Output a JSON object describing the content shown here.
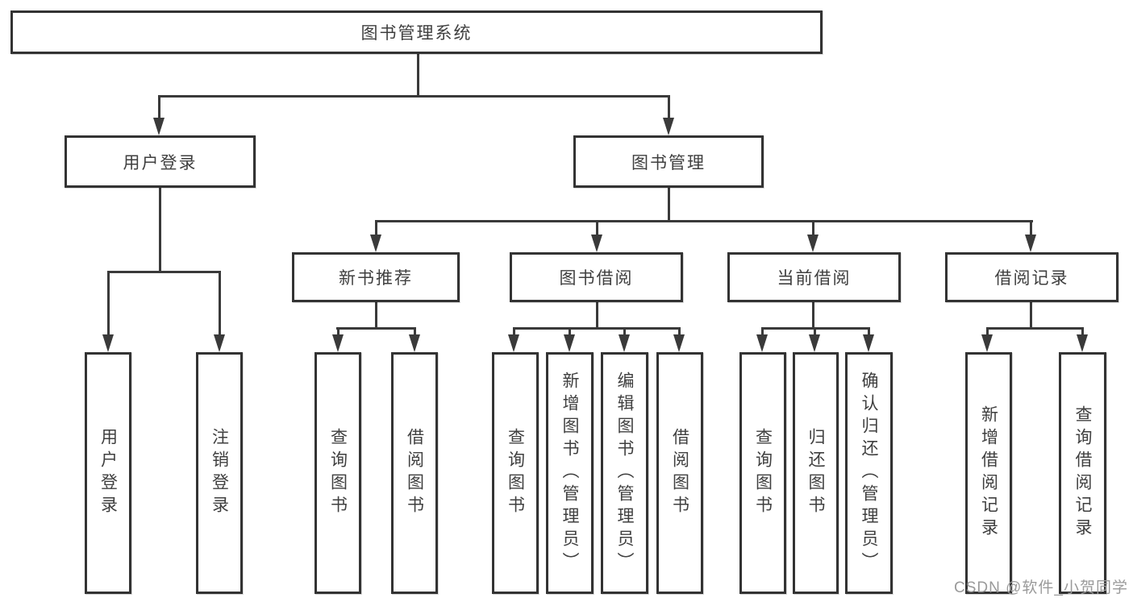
{
  "diagram_type": "hierarchy-tree",
  "root": {
    "label": "图书管理系统"
  },
  "branches": [
    {
      "label": "用户登录",
      "children": [
        {
          "label": "用户登录"
        },
        {
          "label": "注销登录"
        }
      ]
    },
    {
      "label": "图书管理",
      "children": [
        {
          "label": "新书推荐",
          "children": [
            {
              "label": "查询图书"
            },
            {
              "label": "借阅图书"
            }
          ]
        },
        {
          "label": "图书借阅",
          "children": [
            {
              "label": "查询图书"
            },
            {
              "label": "新增图书（管理员）"
            },
            {
              "label": "编辑图书（管理员）"
            },
            {
              "label": "借阅图书"
            }
          ]
        },
        {
          "label": "当前借阅",
          "children": [
            {
              "label": "查询图书"
            },
            {
              "label": "归还图书"
            },
            {
              "label": "确认归还（管理员）"
            }
          ]
        },
        {
          "label": "借阅记录",
          "children": [
            {
              "label": "新增借阅记录"
            },
            {
              "label": "查询借阅记录"
            }
          ]
        }
      ]
    }
  ],
  "watermark": "CSDN @软件_小贺同学",
  "colors": {
    "line": "#3a3a3a",
    "box_border": "#333333",
    "text": "#3f3f3f",
    "watermark": "#9a9a9a",
    "background": "#ffffff"
  }
}
